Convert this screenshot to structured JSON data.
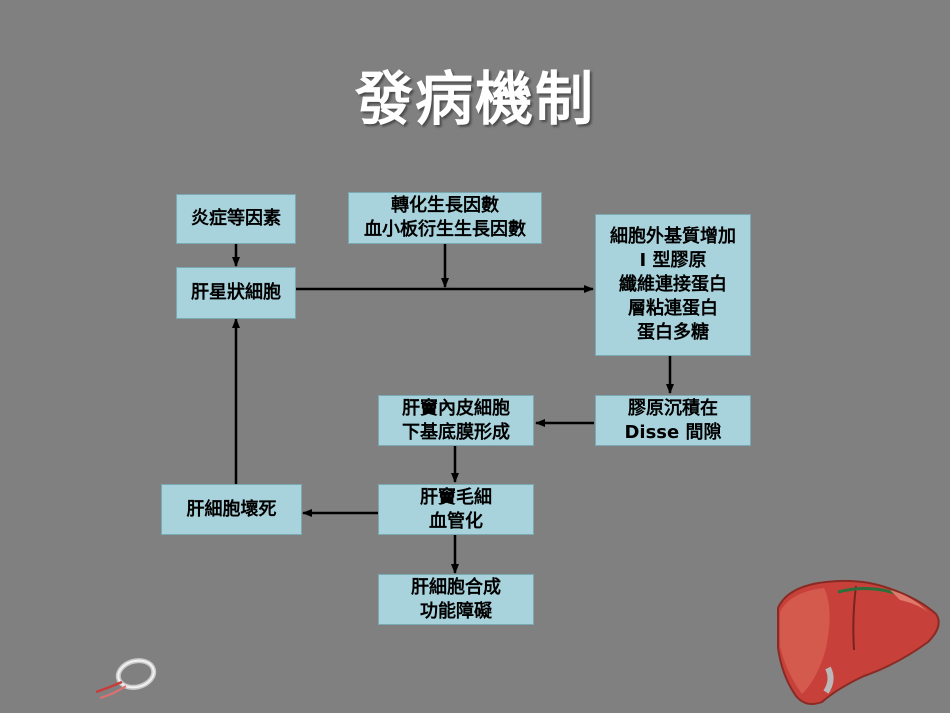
{
  "title": "發病機制",
  "nodes": {
    "inflammation": [
      "炎症等因素"
    ],
    "growth_factors": [
      "轉化生長因數",
      "血小板衍生生長因數"
    ],
    "stellate_cell": [
      "肝星狀細胞"
    ],
    "ecm_increase": [
      "細胞外基質增加",
      "Ⅰ 型膠原",
      "纖維連接蛋白",
      "層粘連蛋白",
      "蛋白多糖"
    ],
    "collagen_deposit": [
      "膠原沉積在",
      "Disse 間隙"
    ],
    "sinusoid_endothelium": [
      "肝竇內皮細胞",
      "下基底膜形成"
    ],
    "capillarization": [
      "肝竇毛細",
      "血管化"
    ],
    "necrosis": [
      "肝細胞壞死"
    ],
    "dysfunction": [
      "肝細胞合成",
      "功能障礙"
    ]
  },
  "colors": {
    "background": "#808080",
    "box_fill": "#a9d3dc",
    "title": "#ffffff",
    "arrow": "#000000"
  },
  "decorations": [
    "liver-illustration",
    "ribbon-logo"
  ]
}
